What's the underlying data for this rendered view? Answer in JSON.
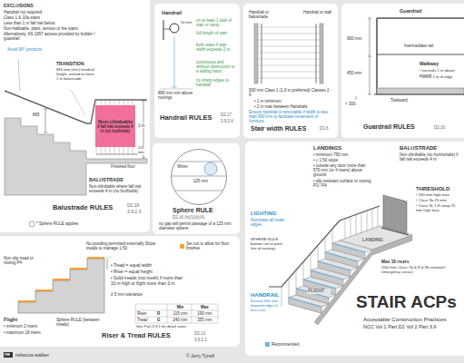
{
  "diagram": {
    "title": "STAIR ACPs",
    "nodes": [
      {
        "text": [
          "Non-climbable",
          "if fall risk exceeds 4 m (no footholds)"
        ]
      },
      {
        "text": [
          "Wires",
          "125 mm"
        ]
      }
    ],
    "labels": [
      "EXCLUSIONS",
      "Handrail not required",
      "Class 1 & 10a stairs",
      "Less than 1 m fall risk below",
      "Non-habitable, plant, service or fire stairs",
      "Alternatively, AS 1657 access provided by builder / guardrail",
      "Avoid 90° junctions",
      "TRANSITION",
      "865 mm (min) handrail height, extend to meet 1 m balustrade",
      "1 m",
      "865",
      "125 mm",
      "Finished floor",
      "BALUSTRADE",
      "Non-climbable where fall risk exceeds 4 m (no footholds)",
      "* Sphere RULE applies",
      "Balustrade RULES",
      "D2.16",
      "3.9.2.3",
      "Handrail",
      "50 mm",
      "865 mm min above nosings",
      "on at least 1 side of stair or ramp",
      "full length of stair",
      "both sides if stair width exceeds 2 m",
      "continuous and without obstruction to a sliding hand",
      "no sharp edges to handrail",
      "Handrail RULES",
      "D2.17",
      "3.9.2.4",
      "Handrail or balustrade",
      "Handrail or wall",
      "900 mm Class 1 (1.0 m preferred) Classes 2 - 9",
      "• 1 m minimum",
      "• 2 m max between Handrails",
      "Ensure handrail is removable if width is less than 900 mm to facilitate movement of furniture",
      "Stair width RULES",
      "D1.6",
      "Guardrail",
      "900 mm",
      "450 mm",
      "Intermediate rail",
      "Walkway",
      "• exceeds 1 m above ground",
      "• within 1 m of edge",
      "Toeboard",
      "< 300",
      "Guardrail RULES",
      "D2.16",
      "Sphere RULE",
      "D2.16 (h)(1)(ii)(A)",
      "no gap will permit passage of a 125 mm diameter sphere",
      "No ponding permitted externally Slope treads to manage 1:50",
      "Non slip tread or nosing P4",
      "• Tread = equal width",
      "• Riser = equal height",
      "• Solid treads (not mesh) if more than 10 m high or flight more than 3 m",
      "Sphere RULE (between treads)",
      "± 5 mm tolerance",
      "Flight",
      "• minimum 2 risers",
      "• maximum 18 risers",
      "Min",
      "Max",
      "Riser",
      "R",
      "115 mm",
      "190 mm",
      "Tread",
      "G",
      "240 mm",
      "355 mm",
      "See Part 3.9.1 for detail stairs",
      "Riser & Tread RULES",
      "D2.13",
      "3.9.2.2",
      "LANDINGS",
      "• minimum 750 mm",
      "• ≤ 1:50 slope",
      "• outside any door more than 570 mm (or 4 risers) above ground",
      "• slip resistant surface or nosing P3 / P4",
      "BALUSTRADE",
      "Non-climbable (no horizontals) if fall risk exceeds 4 m",
      "THRESHOLD",
      "• 190 mm high max",
      "• Class 9a 25 mm",
      "• Class 9c 1:8 ramp 25 mm high max",
      "Max 18 risers",
      "(160 mm Class 7b & 8 & 9b isolated / emergency areas)",
      "LIGHTING",
      "Illuminate all tread edges",
      "SPHERE RULE bottom rail to pitch line of nosings",
      "HANDRAIL",
      "Extend 300 mm beyond edge of first riser",
      "FLIGHT",
      "LANDING",
      "Acceptable Construction Practices",
      "NCC Vol 1 Part D2 Vol 2 Part 3.9",
      "rw",
      "rebecca walker",
      "© Jerry Tyrrell"
    ],
    "legend": [
      {
        "text": "Set out to allow for floor finishes",
        "color": "#f2a23a"
      },
      {
        "text": "Recommended",
        "color": "#6cb8e0"
      }
    ]
  }
}
